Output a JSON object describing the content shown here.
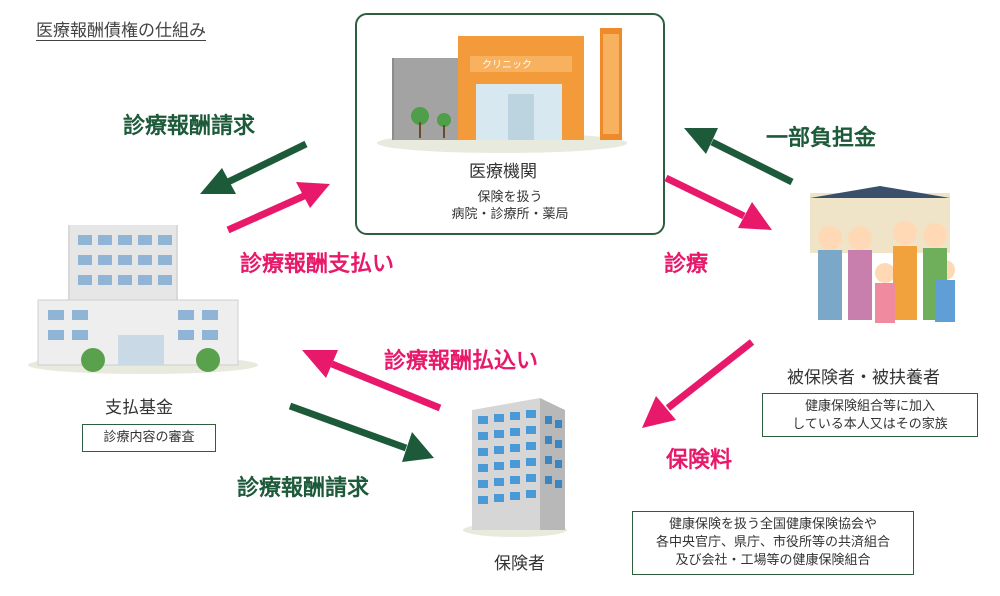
{
  "title": "医療報酬債権の仕組み",
  "nodes": {
    "medical": {
      "name": "医療機関",
      "sub1": "保険を扱う",
      "sub2": "病院・診療所・薬局",
      "sign": "クリニック"
    },
    "fund": {
      "name": "支払基金",
      "note": "診療内容の審査"
    },
    "insured": {
      "name": "被保険者・被扶養者",
      "note1": "健康保険組合等に加入",
      "note2": "している本人又はその家族"
    },
    "insurer": {
      "name": "保険者",
      "note1": "健康保険を扱う全国健康保険協会や",
      "note2": "各中央官庁、県庁、市役所等の共済組合",
      "note3": "及び会社・工場等の健康保険組合"
    }
  },
  "flows": {
    "claim_to_fund": "診療報酬請求",
    "payment_to_medical": "診療報酬支払い",
    "copay": "一部負担金",
    "treatment": "診療",
    "insurer_payment": "診療報酬払込い",
    "claim_to_insurer": "診療報酬請求",
    "premium": "保険料"
  },
  "colors": {
    "green": "#1d5a3a",
    "pink": "#e8186a",
    "frame": "#2e5e3e"
  }
}
